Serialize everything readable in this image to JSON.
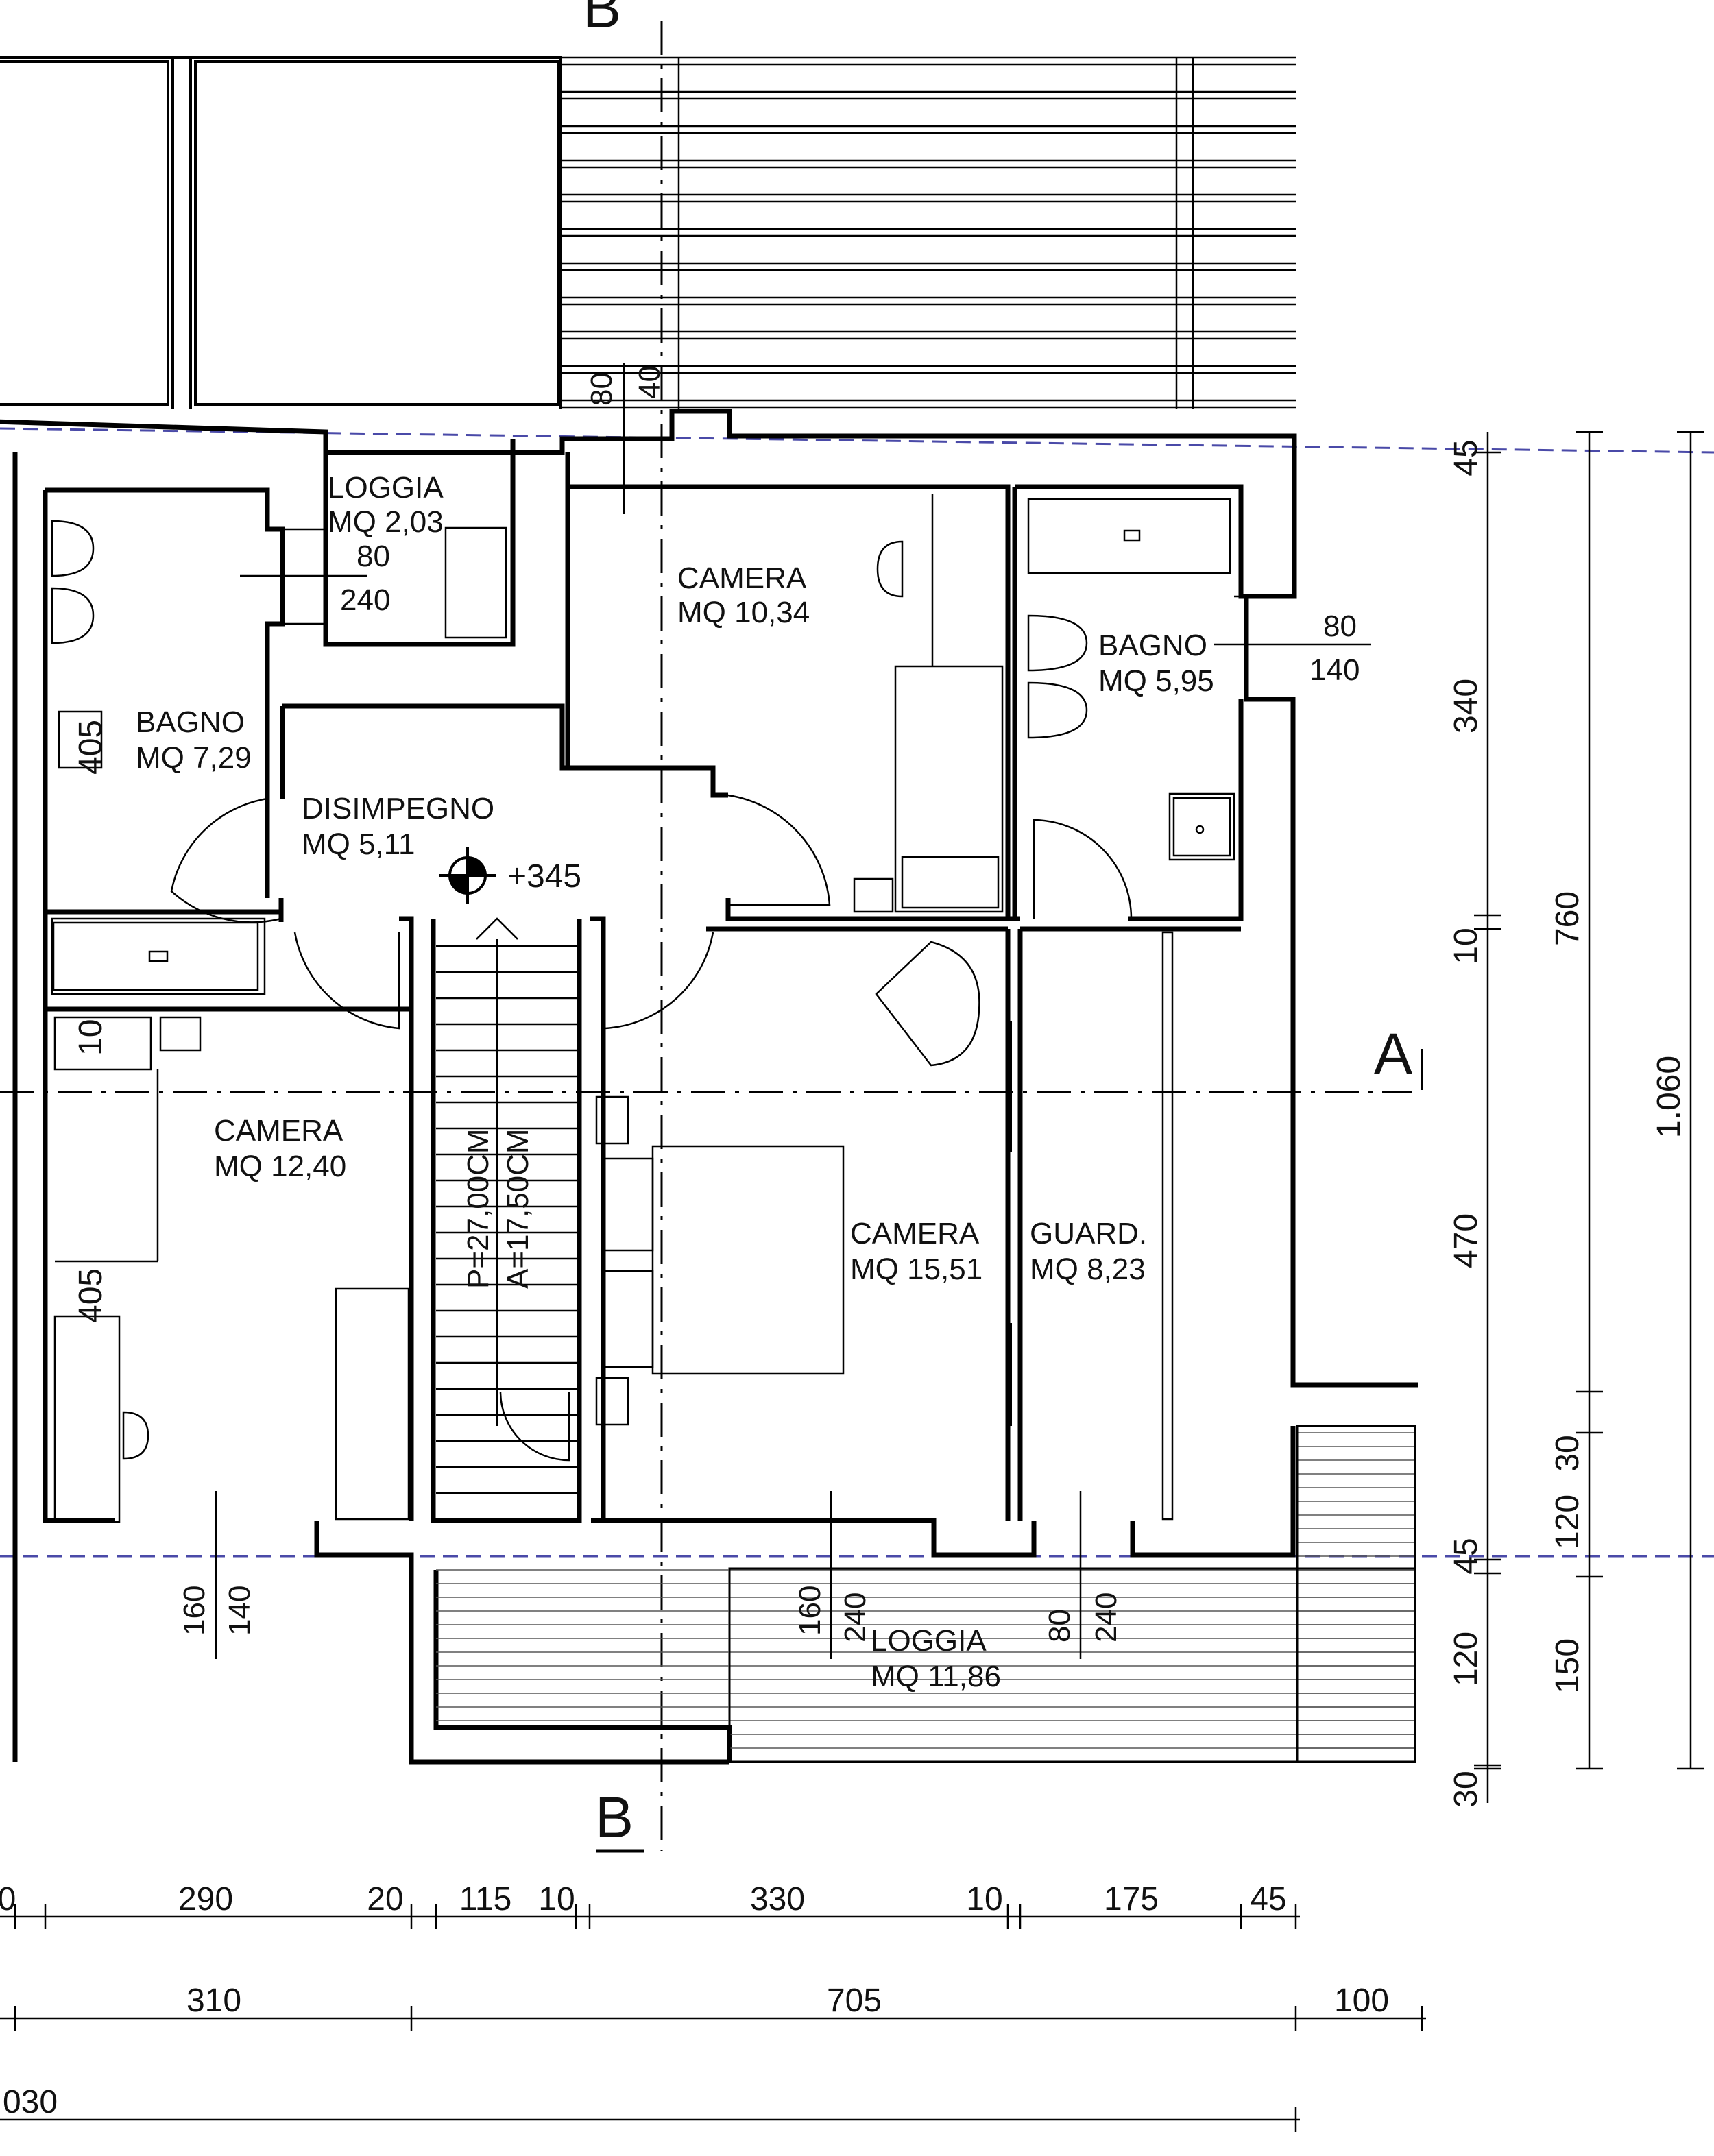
{
  "rooms": {
    "loggia_top": {
      "name": "LOGGIA",
      "area": "MQ 2,03",
      "win_w": "80",
      "win_h": "240"
    },
    "camera_top": {
      "name": "CAMERA",
      "area": "MQ 10,34"
    },
    "bagno_right": {
      "name": "BAGNO",
      "area": "MQ 5,95",
      "win_w": "80",
      "win_h": "140"
    },
    "bagno_left": {
      "name": "BAGNO",
      "area": "MQ 7,29",
      "side": "405"
    },
    "disimpegno": {
      "name": "DISIMPEGNO",
      "area": "MQ 5,11",
      "level": "+345"
    },
    "camera_left": {
      "name": "CAMERA",
      "area": "MQ 12,40",
      "side_a": "10",
      "side_b": "405"
    },
    "stairs": {
      "tread": "P=27,00CM",
      "riser": "A=17,50CM"
    },
    "camera_main": {
      "name": "CAMERA",
      "area": "MQ 15,51"
    },
    "guard": {
      "name": "GUARD.",
      "area": "MQ 8,23"
    },
    "loggia_bottom": {
      "name": "LOGGIA",
      "area": "MQ 11,86"
    }
  },
  "window_marks": {
    "top_a": "80",
    "top_b": "40",
    "bottom_1a": "160",
    "bottom_1b": "140",
    "bottom_2a": "160",
    "bottom_2b": "240",
    "bottom_3a": "80",
    "bottom_3b": "240"
  },
  "section_marks": {
    "b_top": "B",
    "b_bottom": "B",
    "a_right": "A"
  },
  "dims_right": {
    "col1": [
      "45",
      "340",
      "10",
      "470",
      "45",
      "120",
      "30"
    ],
    "col2": [
      "760",
      "30",
      "120",
      "150"
    ],
    "col3": [
      "1.060"
    ]
  },
  "dims_bottom": {
    "row1": [
      "0",
      "290",
      "20",
      "115",
      "10",
      "330",
      "10",
      "175",
      "45"
    ],
    "row2": [
      "310",
      "705",
      "100"
    ],
    "row3": [
      "030"
    ]
  }
}
